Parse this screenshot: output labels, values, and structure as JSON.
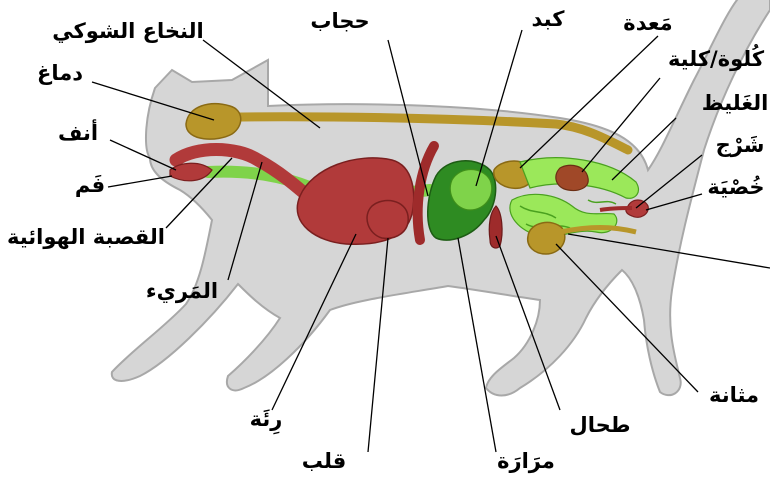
{
  "colors": {
    "body": "#d6d6d6",
    "body_outline": "#a8a8a8",
    "nervous": "#b8962a",
    "nervous_dark": "#8a6a14",
    "heart_lung": "#b13a3a",
    "heart_lung_dark": "#7a1f1f",
    "liver": "#2e8b22",
    "liver_dark": "#1d5c14",
    "digestive": "#7fd34a",
    "intestine": "#9be85a",
    "kidney": "#a04828"
  },
  "labels": {
    "spinal_cord": "النخاع الشوكي",
    "brain": "دماغ",
    "nose": "أنف",
    "mouth": "فَم",
    "trachea": "القصبة الهوائية",
    "esophagus": "المَريء",
    "diaphragm": "حجاب",
    "liver": "كبد",
    "stomach": "مَعدة",
    "kidney": "كُلوة/كلية",
    "large_intestine": "الغَليظ",
    "anus": "شَرْج",
    "testis": "خُصْيَة",
    "bladder": "مثانة",
    "spleen": "طحال",
    "gallbladder": "مرَارَة",
    "heart": "قلب",
    "lung": "رِئَة"
  }
}
